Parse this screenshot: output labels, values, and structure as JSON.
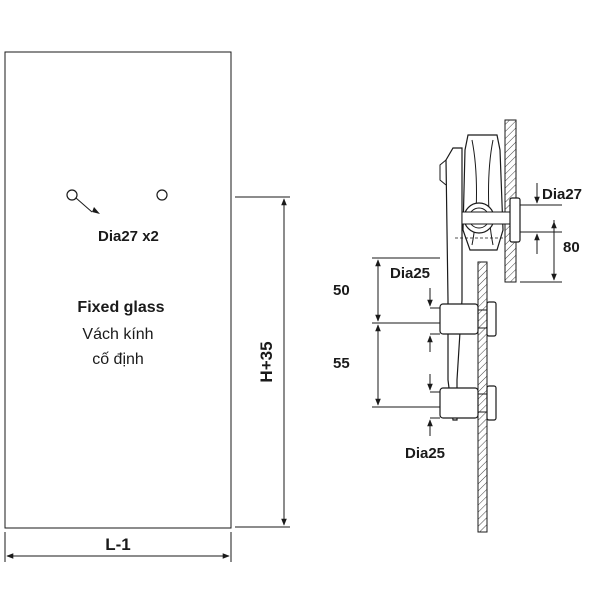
{
  "panel": {
    "hole_label": "Dia27 x2",
    "title": "Fixed glass",
    "subtitle_line1": "Vách kính",
    "subtitle_line2": "cố định"
  },
  "dimensions": {
    "height_label": "H+35",
    "length_label": "L-1",
    "dim_50": "50",
    "dim_55": "55",
    "dim_80": "80"
  },
  "fitting": {
    "dia27_label": "Dia27",
    "dia25_top_label": "Dia25",
    "dia25_bottom_label": "Dia25"
  },
  "colors": {
    "line": "#1a1a1a",
    "hatch": "#555555",
    "background": "#ffffff"
  }
}
